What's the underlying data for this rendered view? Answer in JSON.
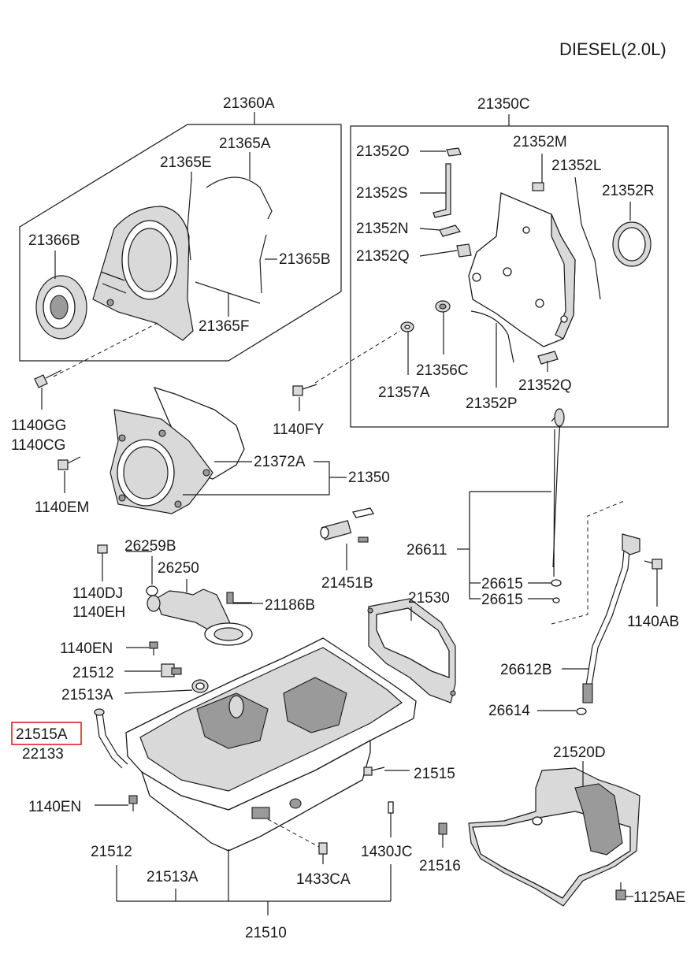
{
  "title": "DIESEL(2.0L)",
  "highlight_color": "#e0202a",
  "labels": {
    "p21360A": "21360A",
    "p21365A": "21365A",
    "p21365E": "21365E",
    "p21366B": "21366B",
    "p21365B": "21365B",
    "p21365F": "21365F",
    "p1140GG": "1140GG",
    "p1140CG": "1140CG",
    "p21350C": "21350C",
    "p21352O": "21352O",
    "p21352M": "21352M",
    "p21352S": "21352S",
    "p21352L": "21352L",
    "p21352R": "21352R",
    "p21352N": "21352N",
    "p21352Q_a": "21352Q",
    "p21356C": "21356C",
    "p21357A": "21357A",
    "p21352Q_b": "21352Q",
    "p21352P": "21352P",
    "p1140FY": "1140FY",
    "p21372A": "21372A",
    "p21350": "21350",
    "p1140EM": "1140EM",
    "p26259B": "26259B",
    "p26250": "26250",
    "p1140DJ": "1140DJ",
    "p1140EH": "1140EH",
    "p21186B": "21186B",
    "p21451B": "21451B",
    "p26611": "26611",
    "p26615_a": "26615",
    "p26615_b": "26615",
    "p1140AB": "1140AB",
    "p21530": "21530",
    "p1140EN_a": "1140EN",
    "p21512_a": "21512",
    "p21513A_a": "21513A",
    "p21515A": "21515A",
    "p22133": "22133",
    "p26612B": "26612B",
    "p26614": "26614",
    "p21520D": "21520D",
    "p21515": "21515",
    "p1140EN_b": "1140EN",
    "p21512_b": "21512",
    "p21513A_b": "21513A",
    "p1430JC": "1430JC",
    "p21516": "21516",
    "p1433CA": "1433CA",
    "p1125AE": "1125AE",
    "p21510": "21510"
  }
}
